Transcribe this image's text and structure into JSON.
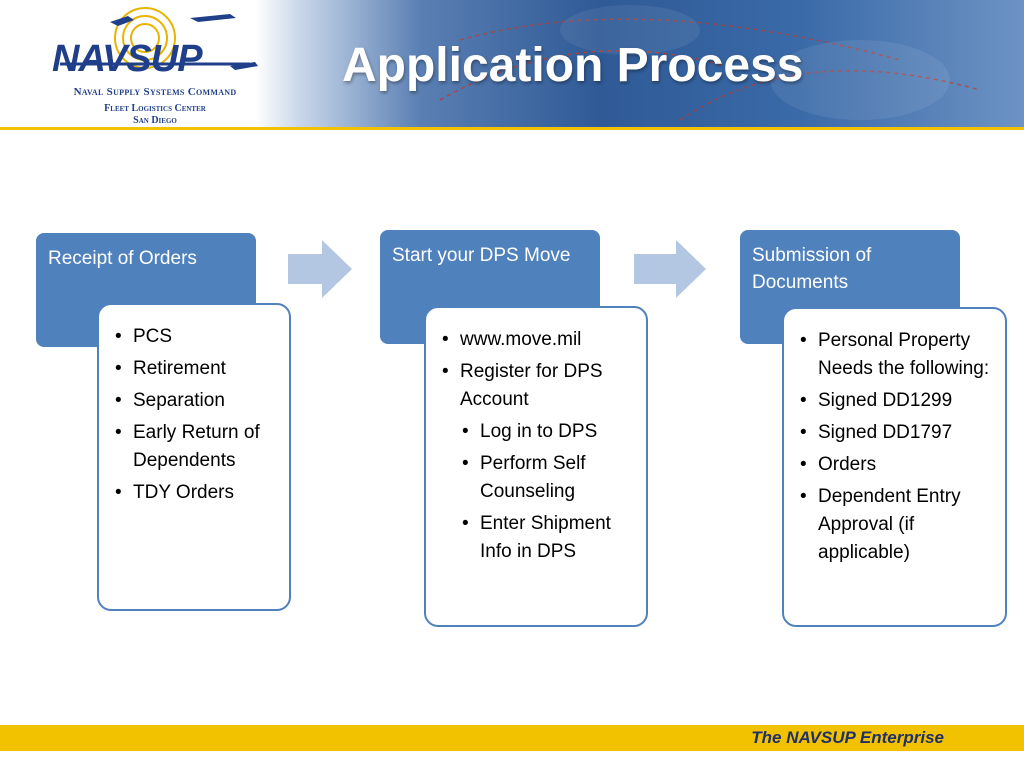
{
  "header": {
    "logo_word": "NAVSUP",
    "logo_command": "Naval Supply Systems Command",
    "logo_center_line1": "Fleet Logistics Center",
    "logo_center_line2": "San Diego",
    "title": "Application Process"
  },
  "steps": [
    {
      "title": "Receipt of Orders",
      "items": [
        {
          "text": "PCS",
          "level": 1
        },
        {
          "text": "Retirement",
          "level": 1
        },
        {
          "text": "Separation",
          "level": 1
        },
        {
          "text": "Early Return of Dependents",
          "level": 1
        },
        {
          "text": "TDY Orders",
          "level": 1
        }
      ]
    },
    {
      "title": "Start your DPS Move",
      "items": [
        {
          "text": "www.move.mil",
          "level": 1
        },
        {
          "text": "Register for DPS Account",
          "level": 1
        },
        {
          "text": "Log in to DPS",
          "level": 2
        },
        {
          "text": "Perform Self Counseling",
          "level": 2
        },
        {
          "text": "Enter Shipment Info in DPS",
          "level": 2
        }
      ]
    },
    {
      "title": "Submission of Documents",
      "items": [
        {
          "text": "Personal Property Needs the following:",
          "level": 1
        },
        {
          "text": "Signed DD1299",
          "level": 1
        },
        {
          "text": "Signed DD1797",
          "level": 1
        },
        {
          "text": "Orders",
          "level": 1
        },
        {
          "text": "Dependent Entry Approval (if applicable)",
          "level": 1
        }
      ]
    }
  ],
  "footer": {
    "text": "The NAVSUP Enterprise"
  },
  "colors": {
    "accent": "#4f81bd",
    "arrow": "#b3c6e2",
    "footer_bar": "#f2c200",
    "title_text": "#ffffff"
  }
}
